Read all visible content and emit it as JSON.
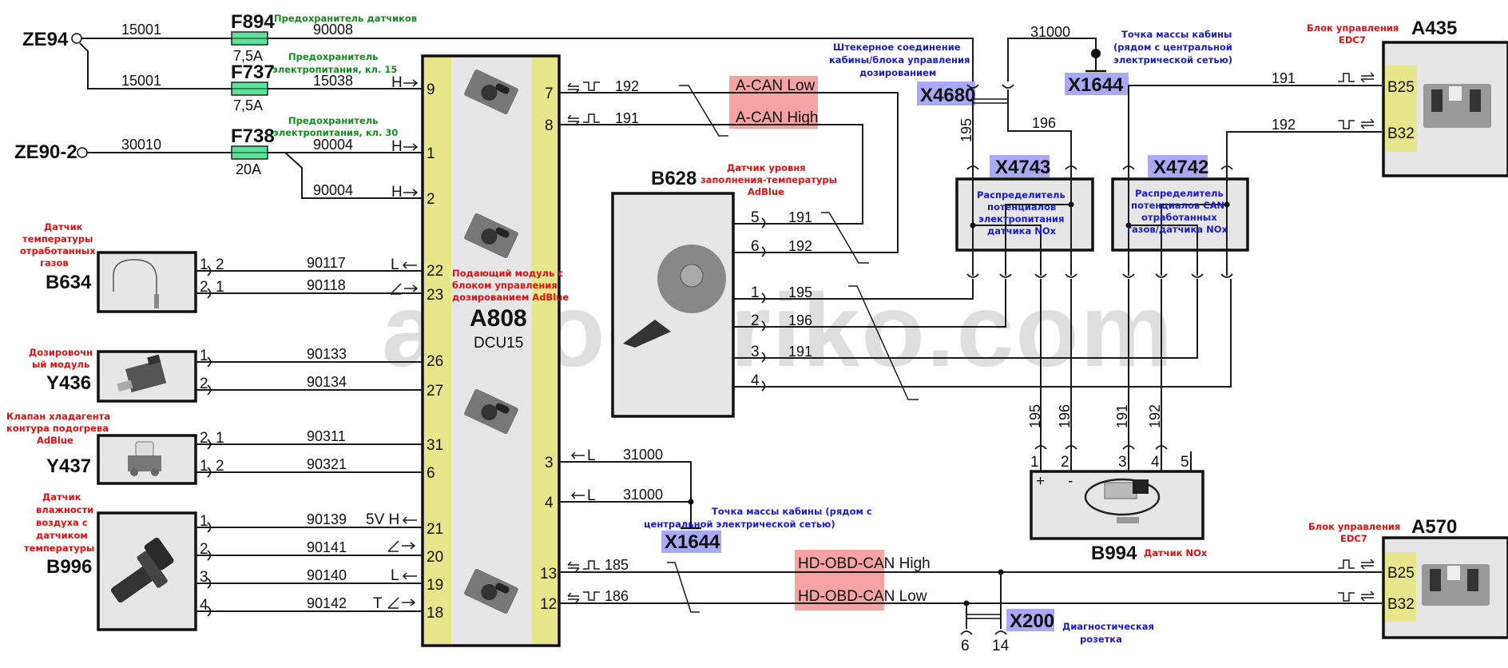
{
  "watermark": "autogeriko.com",
  "sources": {
    "ze94": "ZE94",
    "ze902": "ZE90-2"
  },
  "fuses": [
    {
      "id": "F894",
      "rating": "7,5A",
      "desc": "Предохранитель датчиков",
      "in_wire": "15001",
      "out_wire": "90008"
    },
    {
      "id": "F737",
      "rating": "7,5A",
      "desc_line1": "Предохранитель",
      "desc_line2": "электропитания, кл. 15",
      "in_wire": "15001",
      "out_wire": "15038"
    },
    {
      "id": "F738",
      "rating": "20A",
      "desc_line1": "Предохранитель",
      "desc_line2": "электропитания, кл. 30",
      "in_wire": "30010",
      "out_wire": "90004",
      "out_wire2": "90004"
    }
  ],
  "module": {
    "id": "A808",
    "model": "DCU15",
    "desc_line1": "Подающий модуль с",
    "desc_line2": "блоком управления",
    "desc_line3": "дозированием AdBlue",
    "left_pins": [
      "9",
      "1",
      "2",
      "22",
      "23",
      "26",
      "27",
      "31",
      "6",
      "21",
      "20",
      "19",
      "18"
    ],
    "right_pins": [
      "7",
      "8",
      "3",
      "4",
      "13",
      "12"
    ],
    "signal_marks": {
      "h": "H",
      "l": "L",
      "t": "T",
      "v5h": "5V H"
    }
  },
  "components": {
    "b634": {
      "id": "B634",
      "desc": [
        "Датчик",
        "температуры",
        "отработанных",
        "газов"
      ],
      "pins": [
        [
          "1",
          "2"
        ],
        [
          "2",
          "1"
        ]
      ],
      "wires": [
        "90117",
        "90118"
      ]
    },
    "y436": {
      "id": "Y436",
      "desc": [
        "Дозировочн",
        "ый модуль"
      ],
      "pins": [
        "1",
        "2"
      ],
      "wires": [
        "90133",
        "90134"
      ]
    },
    "y437": {
      "id": "Y437",
      "desc": [
        "Клапан хладагента",
        "контура подогрева",
        "AdBlue"
      ],
      "pins": [
        [
          "2",
          "1"
        ],
        [
          "1",
          "2"
        ]
      ],
      "wires": [
        "90311",
        "90321"
      ]
    },
    "b996": {
      "id": "B996",
      "desc": [
        "Датчик",
        "влажности",
        "воздуха с",
        "датчиком",
        "температуры"
      ],
      "pins": [
        "1",
        "2",
        "3",
        "4"
      ],
      "wires": [
        "90139",
        "90141",
        "90140",
        "90142"
      ]
    },
    "b628": {
      "id": "B628",
      "desc": [
        "Датчик уровня",
        "заполнения-температуры",
        "AdBlue"
      ],
      "pins": [
        "5",
        "6",
        "1",
        "2",
        "3",
        "4"
      ],
      "wires": [
        "191",
        "192",
        "195",
        "196",
        "191",
        ""
      ]
    },
    "b994": {
      "id": "B994",
      "desc": "Датчик NOx",
      "pins": [
        "1",
        "2",
        "3",
        "4",
        "5"
      ],
      "polarity": [
        "+",
        "-"
      ],
      "wires": [
        "195",
        "196",
        "191",
        "192"
      ]
    },
    "a435": {
      "id": "A435",
      "desc": [
        "Блок управления",
        "EDC7"
      ],
      "pins": [
        "B25",
        "B32"
      ],
      "wires": [
        "191",
        "192"
      ]
    },
    "a570": {
      "id": "A570",
      "desc": [
        "Блок управления",
        "EDC7"
      ],
      "pins": [
        "B25",
        "B32"
      ]
    }
  },
  "can": {
    "a_can_low": "A-CAN Low",
    "a_can_high": "A-CAN High",
    "hd_high": "HD-OBD-CAN High",
    "hd_low": "HD-OBD-CAN Low",
    "wires": {
      "w192": "192",
      "w191": "191",
      "w185": "185",
      "w186": "186"
    }
  },
  "connectors": {
    "x4680": {
      "id": "X4680",
      "desc": [
        "Штекерное соединение",
        "кабины/блока управления",
        "дозированием"
      ],
      "wires": [
        "195",
        "196"
      ]
    },
    "x1644_top": {
      "id": "X1644",
      "desc": [
        "Точка массы кабины",
        "(рядом с центральной",
        "электрической сетью)"
      ],
      "wire": "31000"
    },
    "x1644_bottom": {
      "id": "X1644",
      "desc": [
        "Точка массы кабины (рядом с",
        "центральной электрической сетью)"
      ],
      "wires": [
        "31000",
        "31000"
      ]
    },
    "x4743": {
      "id": "X4743",
      "desc": [
        "Распределитель",
        "потенциалов",
        "электропитания",
        "датчика NOx"
      ]
    },
    "x4742": {
      "id": "X4742",
      "desc": [
        "Распределитель",
        "потенциалов CAN",
        "отработанных",
        "газов/датчика NOx"
      ]
    },
    "x200": {
      "id": "X200",
      "desc": [
        "Диагностическая",
        "розетка"
      ],
      "pins": [
        "6",
        "14"
      ]
    }
  }
}
